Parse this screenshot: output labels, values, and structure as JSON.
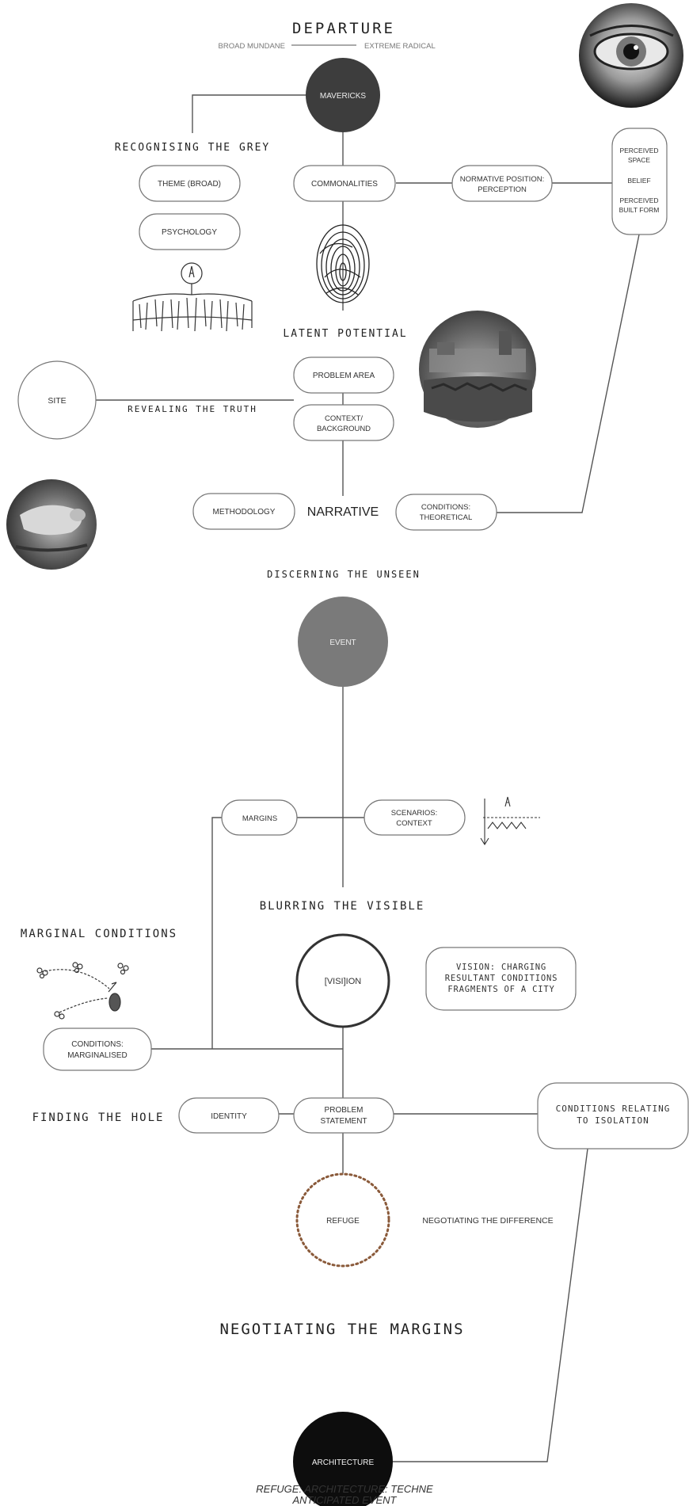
{
  "departure": {
    "title": "DEPARTURE",
    "scale_left": "BROAD MUNDANE",
    "scale_right": "EXTREME RADICAL"
  },
  "section1": {
    "mavericks": "MAVERICKS",
    "recognising_grey": "RECOGNISING THE GREY",
    "theme_broad": "THEME (BROAD)",
    "psychology": "PSYCHOLOGY",
    "commonalities": "COMMONALITIES",
    "normative_position": [
      "NORMATIVE POSITION:",
      "PERCEPTION"
    ],
    "perceived_list": {
      "space": [
        "PERCEIVED",
        "SPACE"
      ],
      "belief": "BELIEF",
      "built_form": [
        "PERCEIVED",
        "BUILT FORM"
      ]
    },
    "latent_potential": "LATENT POTENTIAL",
    "problem_area": "PROBLEM AREA",
    "revealing_truth": "REVEALING THE TRUTH",
    "site": "SITE",
    "context_background": [
      "CONTEXT/",
      "BACKGROUND"
    ],
    "methodology": "METHODOLOGY",
    "narrative": "NARRATIVE",
    "conditions_theoretical": [
      "CONDITIONS:",
      "THEORETICAL"
    ]
  },
  "section2": {
    "discerning_unseen": "DISCERNING THE UNSEEN",
    "event": "EVENT",
    "margins": "MARGINS",
    "scenarios_context": [
      "SCENARIOS:",
      "CONTEXT"
    ],
    "blurring_visible": "BLURRING THE VISIBLE",
    "marginal_conditions": "MARGINAL CONDITIONS",
    "vision_circle": "[VISI]ION",
    "vision_box": [
      "VISION: CHARGING",
      "RESULTANT CONDITIONS",
      "FRAGMENTS OF A CITY"
    ],
    "conditions_marginalised": [
      "CONDITIONS:",
      "MARGINALISED"
    ],
    "finding_hole": "FINDING THE HOLE",
    "identity": "IDENTITY",
    "problem_statement": [
      "PROBLEM",
      "STATEMENT"
    ],
    "conditions_isolation": [
      "CONDITIONS RELATING",
      "TO ISOLATION"
    ],
    "refuge": "REFUGE",
    "negotiating_difference": "NEGOTIATING THE DIFFERENCE",
    "negotiating_margins": "NEGOTIATING THE MARGINS",
    "architecture": "ARCHITECTURE",
    "footer": [
      "REFUGE: ARCHITECTURE: TECHNE",
      "ANTICIPATED EVENT"
    ]
  },
  "colors": {
    "line": "#555555",
    "pill_stroke": "#777777",
    "mavericks_fill": "#3d3d3d",
    "event_fill": "#7a7a7a",
    "architecture_fill": "#0d0d0d",
    "refuge_dots": "#8a5a3a"
  }
}
